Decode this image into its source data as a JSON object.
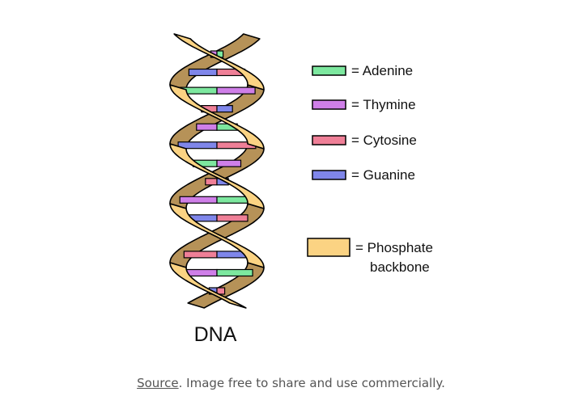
{
  "diagram": {
    "title": "DNA",
    "colors": {
      "adenine": "#7de89f",
      "thymine": "#cf7fe8",
      "cytosine": "#ef7f97",
      "guanine": "#7f86ea",
      "backbone": "#fbd383",
      "backbone_shadow": "#b69258",
      "outline": "#000000"
    },
    "legend": [
      {
        "key": "adenine",
        "label": "= Adenine"
      },
      {
        "key": "thymine",
        "label": "= Thymine"
      },
      {
        "key": "cytosine",
        "label": "= Cytosine"
      },
      {
        "key": "guanine",
        "label": "= Guanine"
      },
      {
        "key": "backbone",
        "label": "= Phosphate",
        "label2": "backbone"
      }
    ],
    "base_pairs": [
      [
        "thymine",
        "adenine"
      ],
      [
        "guanine",
        "cytosine"
      ],
      [
        "adenine",
        "thymine"
      ],
      [
        "cytosine",
        "guanine"
      ],
      [
        "thymine",
        "adenine"
      ],
      [
        "guanine",
        "cytosine"
      ],
      [
        "adenine",
        "thymine"
      ],
      [
        "cytosine",
        "guanine"
      ],
      [
        "thymine",
        "adenine"
      ],
      [
        "guanine",
        "cytosine"
      ],
      [
        "adenine",
        "thymine"
      ],
      [
        "cytosine",
        "guanine"
      ],
      [
        "thymine",
        "adenine"
      ],
      [
        "guanine",
        "cytosine"
      ]
    ]
  },
  "caption": {
    "link_text": "Source",
    "text": ". Image free to share and use commercially."
  }
}
